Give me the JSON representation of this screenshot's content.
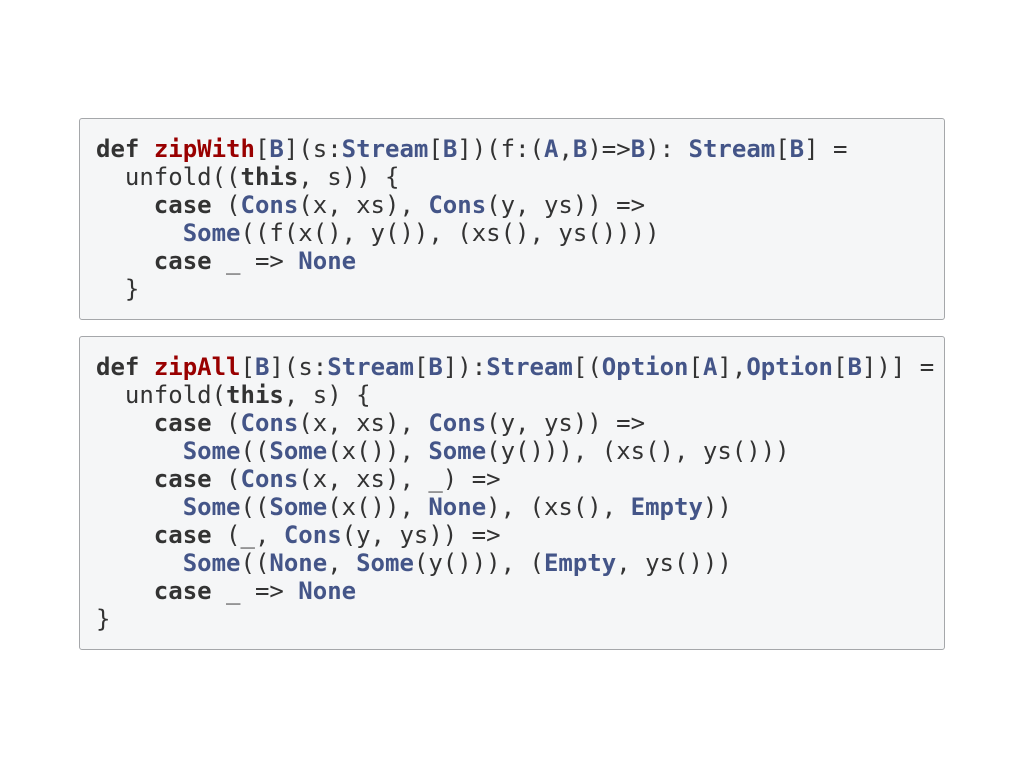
{
  "colors": {
    "keyword": "#333333",
    "function_name": "#990000",
    "type": "#445588",
    "plain": "#333333",
    "background": "#f5f6f7",
    "border": "#a5a7aa"
  },
  "blocks": [
    {
      "lines": [
        [
          [
            "kw",
            "def"
          ],
          [
            "pl",
            " "
          ],
          [
            "fn",
            "zipWith"
          ],
          [
            "pl",
            "["
          ],
          [
            "ty",
            "B"
          ],
          [
            "pl",
            "](s:"
          ],
          [
            "ty",
            "Stream"
          ],
          [
            "pl",
            "["
          ],
          [
            "ty",
            "B"
          ],
          [
            "pl",
            "])(f:("
          ],
          [
            "ty",
            "A"
          ],
          [
            "pl",
            ","
          ],
          [
            "ty",
            "B"
          ],
          [
            "pl",
            ")=>"
          ],
          [
            "ty",
            "B"
          ],
          [
            "pl",
            "): "
          ],
          [
            "ty",
            "Stream"
          ],
          [
            "pl",
            "["
          ],
          [
            "ty",
            "B"
          ],
          [
            "pl",
            "] ="
          ]
        ],
        [
          [
            "pl",
            "  unfold(("
          ],
          [
            "kw",
            "this"
          ],
          [
            "pl",
            ", s)) {"
          ]
        ],
        [
          [
            "pl",
            "    "
          ],
          [
            "kw",
            "case"
          ],
          [
            "pl",
            " ("
          ],
          [
            "ty",
            "Cons"
          ],
          [
            "pl",
            "(x, xs), "
          ],
          [
            "ty",
            "Cons"
          ],
          [
            "pl",
            "(y, ys)) =>"
          ]
        ],
        [
          [
            "pl",
            "      "
          ],
          [
            "ty",
            "Some"
          ],
          [
            "pl",
            "((f(x(), y()), (xs(), ys())))"
          ]
        ],
        [
          [
            "pl",
            "    "
          ],
          [
            "kw",
            "case"
          ],
          [
            "pl",
            " _ => "
          ],
          [
            "ty",
            "None"
          ]
        ],
        [
          [
            "pl",
            "  }"
          ]
        ]
      ]
    },
    {
      "lines": [
        [
          [
            "kw",
            "def"
          ],
          [
            "pl",
            " "
          ],
          [
            "fn",
            "zipAll"
          ],
          [
            "pl",
            "["
          ],
          [
            "ty",
            "B"
          ],
          [
            "pl",
            "](s:"
          ],
          [
            "ty",
            "Stream"
          ],
          [
            "pl",
            "["
          ],
          [
            "ty",
            "B"
          ],
          [
            "pl",
            "]):"
          ],
          [
            "ty",
            "Stream"
          ],
          [
            "pl",
            "[("
          ],
          [
            "ty",
            "Option"
          ],
          [
            "pl",
            "["
          ],
          [
            "ty",
            "A"
          ],
          [
            "pl",
            "],"
          ],
          [
            "ty",
            "Option"
          ],
          [
            "pl",
            "["
          ],
          [
            "ty",
            "B"
          ],
          [
            "pl",
            "])] ="
          ]
        ],
        [
          [
            "pl",
            "  unfold("
          ],
          [
            "kw",
            "this"
          ],
          [
            "pl",
            ", s) {"
          ]
        ],
        [
          [
            "pl",
            "    "
          ],
          [
            "kw",
            "case"
          ],
          [
            "pl",
            " ("
          ],
          [
            "ty",
            "Cons"
          ],
          [
            "pl",
            "(x, xs), "
          ],
          [
            "ty",
            "Cons"
          ],
          [
            "pl",
            "(y, ys)) =>"
          ]
        ],
        [
          [
            "pl",
            "      "
          ],
          [
            "ty",
            "Some"
          ],
          [
            "pl",
            "(("
          ],
          [
            "ty",
            "Some"
          ],
          [
            "pl",
            "(x()), "
          ],
          [
            "ty",
            "Some"
          ],
          [
            "pl",
            "(y())), (xs(), ys()))"
          ]
        ],
        [
          [
            "pl",
            "    "
          ],
          [
            "kw",
            "case"
          ],
          [
            "pl",
            " ("
          ],
          [
            "ty",
            "Cons"
          ],
          [
            "pl",
            "(x, xs), _) =>"
          ]
        ],
        [
          [
            "pl",
            "      "
          ],
          [
            "ty",
            "Some"
          ],
          [
            "pl",
            "(("
          ],
          [
            "ty",
            "Some"
          ],
          [
            "pl",
            "(x()), "
          ],
          [
            "ty",
            "None"
          ],
          [
            "pl",
            "), (xs(), "
          ],
          [
            "ty",
            "Empty"
          ],
          [
            "pl",
            "))"
          ]
        ],
        [
          [
            "pl",
            "    "
          ],
          [
            "kw",
            "case"
          ],
          [
            "pl",
            " (_, "
          ],
          [
            "ty",
            "Cons"
          ],
          [
            "pl",
            "(y, ys)) =>"
          ]
        ],
        [
          [
            "pl",
            "      "
          ],
          [
            "ty",
            "Some"
          ],
          [
            "pl",
            "(("
          ],
          [
            "ty",
            "None"
          ],
          [
            "pl",
            ", "
          ],
          [
            "ty",
            "Some"
          ],
          [
            "pl",
            "(y())), ("
          ],
          [
            "ty",
            "Empty"
          ],
          [
            "pl",
            ", ys()))"
          ]
        ],
        [
          [
            "pl",
            "    "
          ],
          [
            "kw",
            "case"
          ],
          [
            "pl",
            " _ => "
          ],
          [
            "ty",
            "None"
          ]
        ],
        [
          [
            "pl",
            "}"
          ]
        ]
      ]
    }
  ]
}
